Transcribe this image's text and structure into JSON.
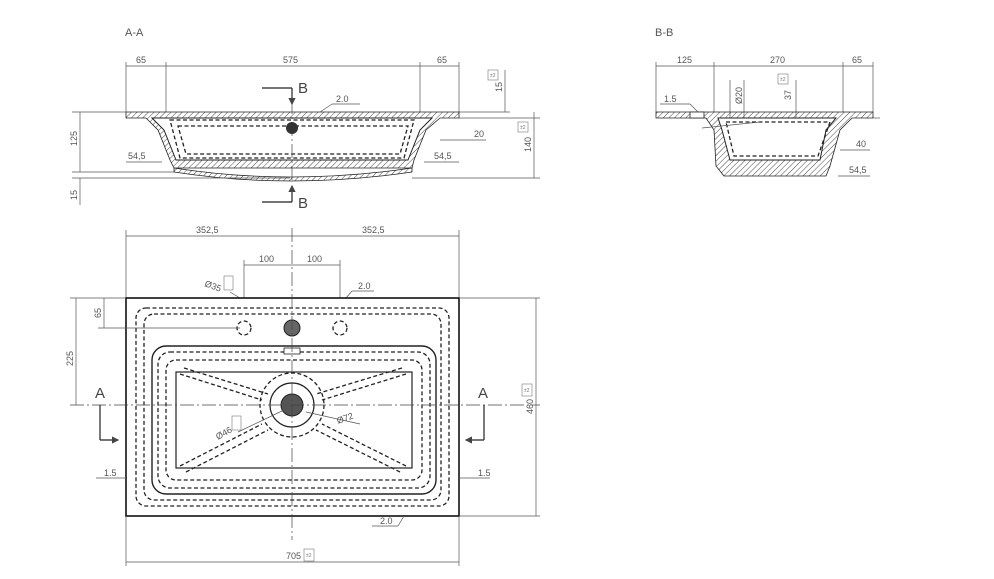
{
  "sections": {
    "aa_title": "A-A",
    "bb_title": "B-B"
  },
  "section_markers": {
    "a_left": "A",
    "a_right": "A",
    "b_top": "B",
    "b_bottom": "B"
  },
  "section_aa": {
    "dim_left_rim": "65",
    "dim_inner_width": "575",
    "dim_right_rim": "65",
    "dim_thickness": "15",
    "dim_height_left": "125",
    "dim_bottom_offset": "15",
    "dim_bowl_left": "54,5",
    "dim_bowl_right": "54,5",
    "dim_wall": "20",
    "dim_total_height": "140",
    "flatness": "2.0"
  },
  "section_bb": {
    "dim_front": "125",
    "dim_bowl_depth": "270",
    "dim_back_rim": "65",
    "dim_hole": "Ø20",
    "dim_hole_offset": "37",
    "dim_wall": "40",
    "dim_bowl_back": "54,5",
    "flatness": "1.5"
  },
  "plan_view": {
    "dim_half_left": "352,5",
    "dim_half_right": "352,5",
    "dim_tap_left": "100",
    "dim_tap_right": "100",
    "dim_tap_hole": "Ø35",
    "dim_hole_from_back": "65",
    "dim_drain_from_back": "225",
    "dim_drain_small": "Ø46",
    "dim_drain_large": "Ø72",
    "dim_depth": "460",
    "dim_width": "705",
    "flatness_top": "2.0",
    "flatness_left": "1.5",
    "flatness_right": "1.5",
    "flatness_bottom": "2.0"
  },
  "tolerance_mark": "±2"
}
